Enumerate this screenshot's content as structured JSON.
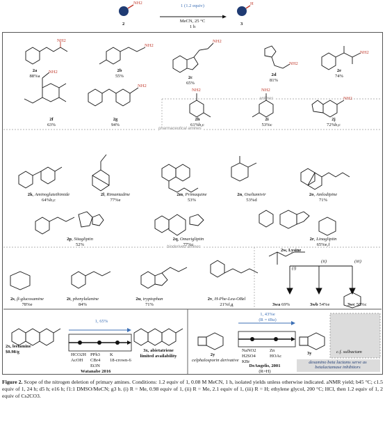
{
  "scheme": {
    "reagent": "1 (1.2 equiv)",
    "conditions": "MeCN, 25 °C",
    "time": "1 h",
    "start_label": "2",
    "product_label": "3",
    "start_group": "NH2",
    "product_group": "H"
  },
  "sections": {
    "anilines": "anilines",
    "pharma": "pharmaceutical amines",
    "bioderived": "bioderived amines"
  },
  "compounds": [
    {
      "id": "2a",
      "yield": "88%a"
    },
    {
      "id": "2b",
      "yield": "55%"
    },
    {
      "id": "2c",
      "yield": "65%"
    },
    {
      "id": "2d",
      "yield": "81%"
    },
    {
      "id": "2e",
      "yield": "74%"
    },
    {
      "id": "2f",
      "yield": "63%"
    },
    {
      "id": "2g",
      "yield": "94%"
    },
    {
      "id": "2h",
      "yield": "61%b,c"
    },
    {
      "id": "2i",
      "yield": "53%c"
    },
    {
      "id": "2j",
      "yield": "72%b,c"
    },
    {
      "id": "2k",
      "name": "Aminoglutethimide",
      "yield": "64%b,c"
    },
    {
      "id": "2l",
      "name": "Rimantadine",
      "yield": "77%e"
    },
    {
      "id": "2m",
      "name": "Primaquine",
      "yield": "53%"
    },
    {
      "id": "2n",
      "name": "Oseltamivir",
      "yield": "53%d"
    },
    {
      "id": "2o",
      "name": "Amlodipine",
      "yield": "71%"
    },
    {
      "id": "2p",
      "name": "Sitagliptin",
      "yield": "52%"
    },
    {
      "id": "2q",
      "name": "Omarigliptin",
      "yield": "77%c"
    },
    {
      "id": "2r",
      "name": "Linagliptin",
      "yield": "65%e,f"
    },
    {
      "id": "2s",
      "name": "β-glucosamine",
      "yield": "78%e"
    },
    {
      "id": "2t",
      "name": "phenylalanine",
      "yield": "84%"
    },
    {
      "id": "2u",
      "name": "tryptophan",
      "yield": "71%"
    },
    {
      "id": "2v",
      "name": "H-Phe-Leu-OBzl",
      "yield": "21%f,g"
    }
  ],
  "lysine": {
    "label": "2w, Lysine",
    "routes": [
      "(i)",
      "(ii)",
      "(iii)"
    ],
    "products": [
      {
        "id": "3wa",
        "yield": "69%"
      },
      {
        "id": "3wb",
        "yield": "54%e"
      },
      {
        "id": "3wc",
        "yield": "58%c"
      }
    ]
  },
  "leelamine": {
    "start": "2x, leelamine",
    "price": "$0.98/g",
    "arrow_label": "1, 65%",
    "reagents_a": "HCO2H\nAcOH",
    "reagents_b": "PPh3\nCBr4\nEt3N",
    "reagents_c": "K\n18-crown-6",
    "ref": "Watanabe 2016",
    "product": "3x, abietatriene",
    "availability": "limited availability"
  },
  "cephalo": {
    "arrow_label": "1, 43%e",
    "arrow_sub": "(R = tBu)",
    "start": "2y",
    "start_desc": "celphalosporin derivative",
    "reagents_a": "NaNO2\nH2SO4\nKBr",
    "reagents_b": "Zn\nHOAc",
    "ref": "DeAngelis, 2001",
    "ref_sub": "(R=H)",
    "product": "3y",
    "compare": "c.f. sulbactam",
    "note": "desamino beta lactams serve as betalactamase inhibitors"
  },
  "caption": {
    "lead": "Figure 2.",
    "text": "Scope of the nitrogen deletion of primary amines. Conditions: 1.2 equiv of 1, 0.08 M MeCN, 1 h, isolated yields unless otherwise indicated. aNMR yield; b45 °C; c1.5 equiv of 1, 24 h; d5 h; e16 h; f1:1 DMSO/MeCN; g3 h. (i) R = Me, 0.98 equiv of 1, (ii) R = Me, 2.1 equiv of 1, (iii) R = H; ethylene glycol, 200 °C; HCl, then 1.2 equiv of 1, 2 equiv of Cs2CO3."
  },
  "colors": {
    "amine": "#c0392b",
    "accent": "#3c6fb5",
    "navy": "#1f3b73",
    "gray": "#9a9a9a",
    "highlight": "#dcdcdc"
  }
}
